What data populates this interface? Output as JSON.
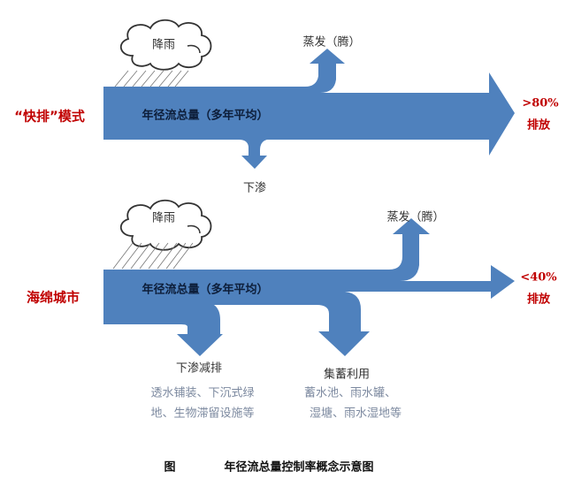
{
  "colors": {
    "flow": "#4f81bd",
    "label_red": "#c00000"
  },
  "top": {
    "mode_label": "“快排”模式",
    "rain": "降雨",
    "evaporation": "蒸发（腾）",
    "runoff": "年径流总量（多年平均）",
    "infiltration": "下渗",
    "discharge_pct": ">80%",
    "discharge": "排放"
  },
  "bottom": {
    "mode_label": "海绵城市",
    "rain": "降雨",
    "evaporation": "蒸发（腾）",
    "runoff": "年径流总量（多年平均）",
    "discharge_pct": "<40%",
    "discharge": "排放",
    "infiltration": {
      "title": "下渗减排",
      "line1": "透水铺装、下沉式绿",
      "line2": "地、生物滞留设施等"
    },
    "harvest": {
      "title": "集蓄利用",
      "line1": "蓄水池、雨水罐、",
      "line2": "湿塘、雨水湿地等"
    }
  },
  "caption": {
    "prefix": "图",
    "title": "年径流总量控制率概念示意图"
  }
}
